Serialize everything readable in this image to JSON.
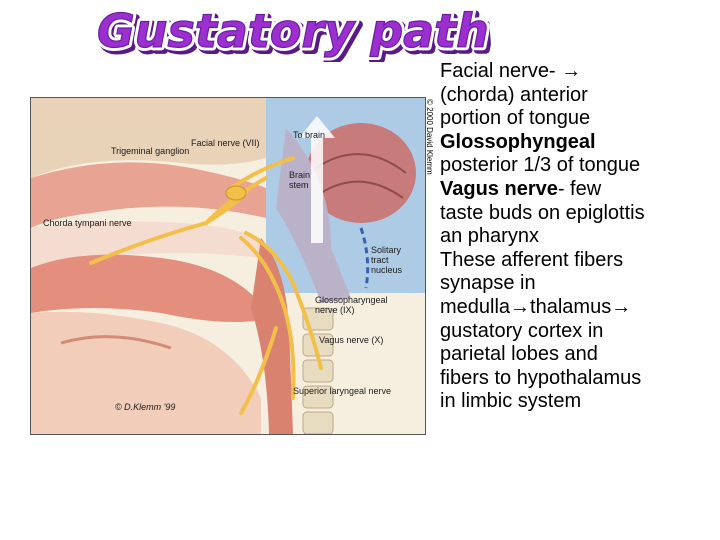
{
  "title": "Gustatory pathway",
  "figure": {
    "labels": {
      "facial_nerve": "Facial nerve (VII)",
      "to_brain": "To brain",
      "trigeminal": "Trigeminal ganglion",
      "brain_stem_1": "Brain",
      "brain_stem_2": "stem",
      "chorda": "Chorda tympani nerve",
      "solitary_1": "Solitary",
      "solitary_2": "tract",
      "solitary_3": "nucleus",
      "glosso_1": "Glossopharyngeal",
      "glosso_2": "nerve (IX)",
      "vagus": "Vagus nerve (X)",
      "sup_laryngeal": "Superior laryngeal nerve",
      "signature": "© D.Klemm '99"
    },
    "copyright": "© 2000 David Klemm"
  },
  "text_lines": [
    {
      "text": "Facial nerve- →",
      "bold": false
    },
    {
      "text": "(chorda) anterior",
      "bold": false
    },
    {
      "text": "portion of tongue",
      "bold": false
    },
    {
      "text": "Glossophyngeal",
      "bold": true
    },
    {
      "text": "posterior 1/3 of tongue",
      "bold": false
    },
    {
      "text": "Vagus nerve",
      "bold": true,
      "suffix": "- few"
    },
    {
      "text": "taste buds on epiglottis",
      "bold": false
    },
    {
      "text": "an pharynx",
      "bold": false
    },
    {
      "text": "These afferent fibers",
      "bold": false
    },
    {
      "text": "synapse in",
      "bold": false
    },
    {
      "text": "medulla→thalamus→",
      "bold": false
    },
    {
      "text": "gustatory cortex in",
      "bold": false
    },
    {
      "text": "parietal lobes and",
      "bold": false
    },
    {
      "text": "fibers to hypothalamus",
      "bold": false
    },
    {
      "text": "in limbic system",
      "bold": false
    }
  ],
  "colors": {
    "title_fill": "#9b2fd0",
    "title_outline": "#ffffff",
    "title_shadow": "#5a1a86",
    "nerve": "#f2c04a",
    "tissue": "#e9a392",
    "brain_bg": "#aecbe6",
    "brain": "#c77b7b"
  }
}
